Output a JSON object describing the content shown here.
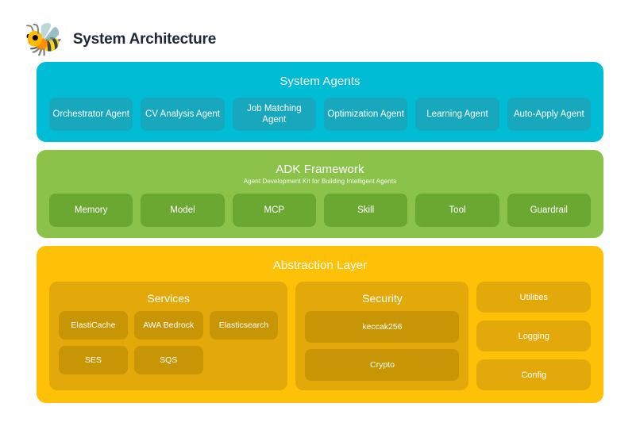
{
  "header": {
    "logo_icon": "bee-icon",
    "logo_glyph": "🐝",
    "title": "System Architecture"
  },
  "colors": {
    "page_background": "#FFFFFF",
    "title_text": "#1D2939",
    "agents_layer": "#00BCD4",
    "agents_chip": "#17A8BD",
    "adk_layer": "#8BC34A",
    "adk_chip": "#6AA832",
    "abstraction_layer": "#FFC107",
    "group_background": "#E3A90A",
    "subchip_background": "#C89505",
    "chip_text": "#FFFFFF"
  },
  "layers": [
    {
      "id": "system-agents",
      "title": "System Agents",
      "subtitle": "",
      "chips": [
        {
          "label": "Orchestrator Agent"
        },
        {
          "label": "CV Analysis Agent"
        },
        {
          "label": "Job Matching Agent"
        },
        {
          "label": "Optimization Agent"
        },
        {
          "label": "Learning Agent"
        },
        {
          "label": "Auto-Apply Agent"
        }
      ]
    },
    {
      "id": "adk-framework",
      "title": "ADK Framework",
      "subtitle": "Agent Development Kit for Building Intelligent Agents",
      "chips": [
        {
          "label": "Memory"
        },
        {
          "label": "Model"
        },
        {
          "label": "MCP"
        },
        {
          "label": "Skill"
        },
        {
          "label": "Tool"
        },
        {
          "label": "Guardrail"
        }
      ]
    }
  ],
  "abstraction": {
    "title": "Abstraction Layer",
    "groups": [
      {
        "id": "services",
        "title": "Services",
        "items": [
          {
            "label": "ElastiCache"
          },
          {
            "label": "AWA Bedrock"
          },
          {
            "label": "Elasticsearch"
          },
          {
            "label": "SES"
          },
          {
            "label": "SQS"
          }
        ]
      },
      {
        "id": "security",
        "title": "Security",
        "items": [
          {
            "label": "keccak256"
          },
          {
            "label": "Crypto"
          }
        ]
      }
    ],
    "utilities": [
      {
        "label": "Utilities"
      },
      {
        "label": "Logging"
      },
      {
        "label": "Config"
      }
    ]
  }
}
